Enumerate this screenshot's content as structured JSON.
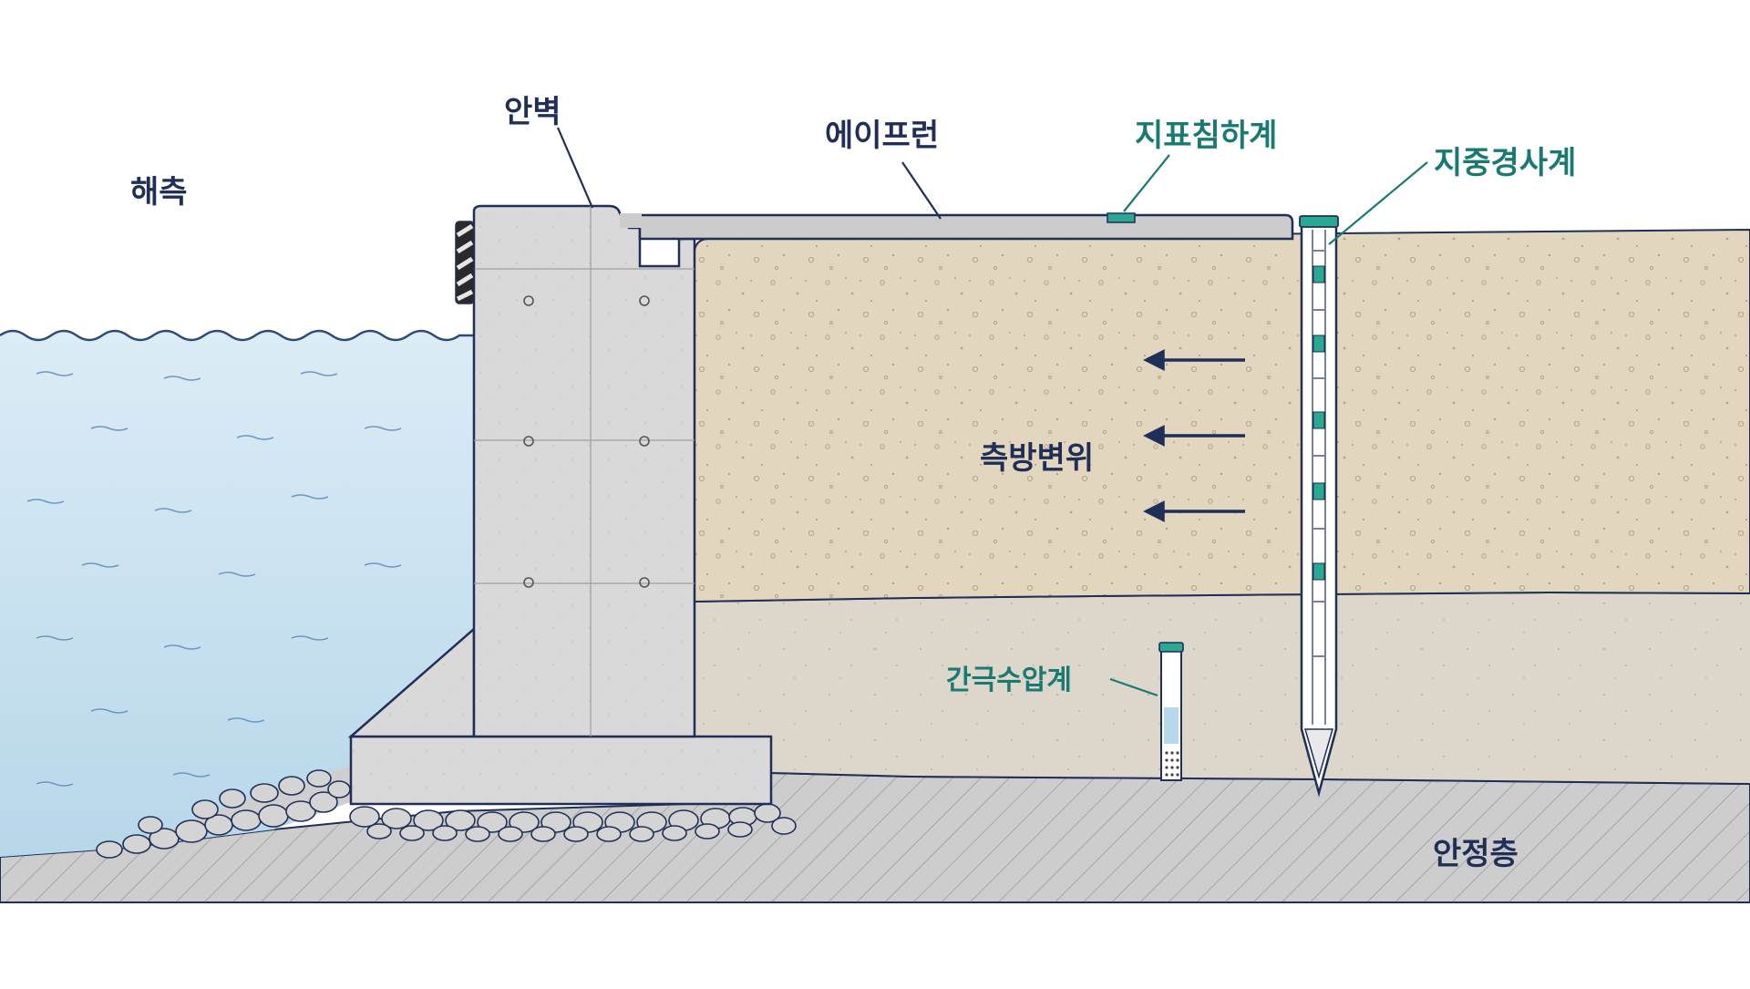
{
  "labels": {
    "sea_side": "해측",
    "quay_wall": "안벽",
    "apron": "에이프런",
    "settlement_gauge": "지표침하계",
    "inclinometer": "지중경사계",
    "lateral_displacement": "측방변위",
    "piezometer": "간극수압계",
    "stable_layer": "안정층"
  },
  "colors": {
    "water_top": "#d6e9f4",
    "water_bottom": "#b9d9ec",
    "sand_fill": "#e2d5bf",
    "clay_layer": "#dcd4c8",
    "bedrock": "#cfcfcf",
    "concrete": "#d9d9d9",
    "outline": "#1f2f57",
    "instrument_accent": "#2aa894"
  },
  "icons": {
    "displacement_arrows": "arrow-left-icon",
    "fender": "fender-stripes-icon"
  }
}
